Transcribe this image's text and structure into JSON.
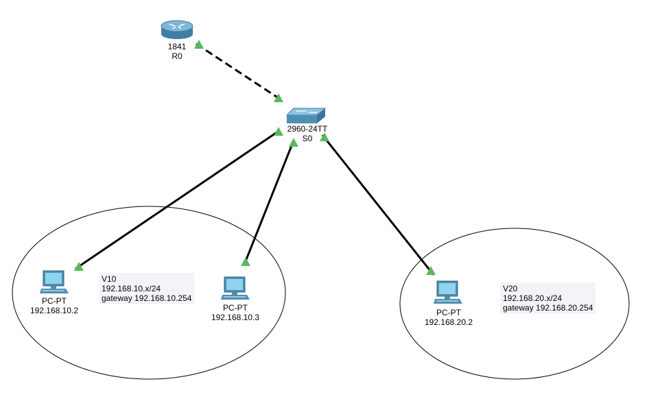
{
  "devices": {
    "router": {
      "model": "1841",
      "name": "R0"
    },
    "switch": {
      "model": "2960-24TT",
      "name": "S0"
    },
    "pc1": {
      "type": "PC-PT",
      "ip": "192.168.10.2"
    },
    "pc2": {
      "type": "PC-PT",
      "ip": "192.168.10.3"
    },
    "pc3": {
      "type": "PC-PT",
      "ip": "192.168.20.2"
    }
  },
  "notes": {
    "v10": {
      "title": "V10",
      "net": "192.168.10.x/24",
      "gateway": "gateway 192.168.10.254"
    },
    "v20": {
      "title": "V20",
      "net": "192.168.20.x/24",
      "gateway": "gateway 192.168.20.254"
    }
  },
  "colors": {
    "link": "#000000",
    "port_up": "#5cb85c",
    "device_body": "#4f8fb3",
    "screen": "#8fd3ec"
  }
}
